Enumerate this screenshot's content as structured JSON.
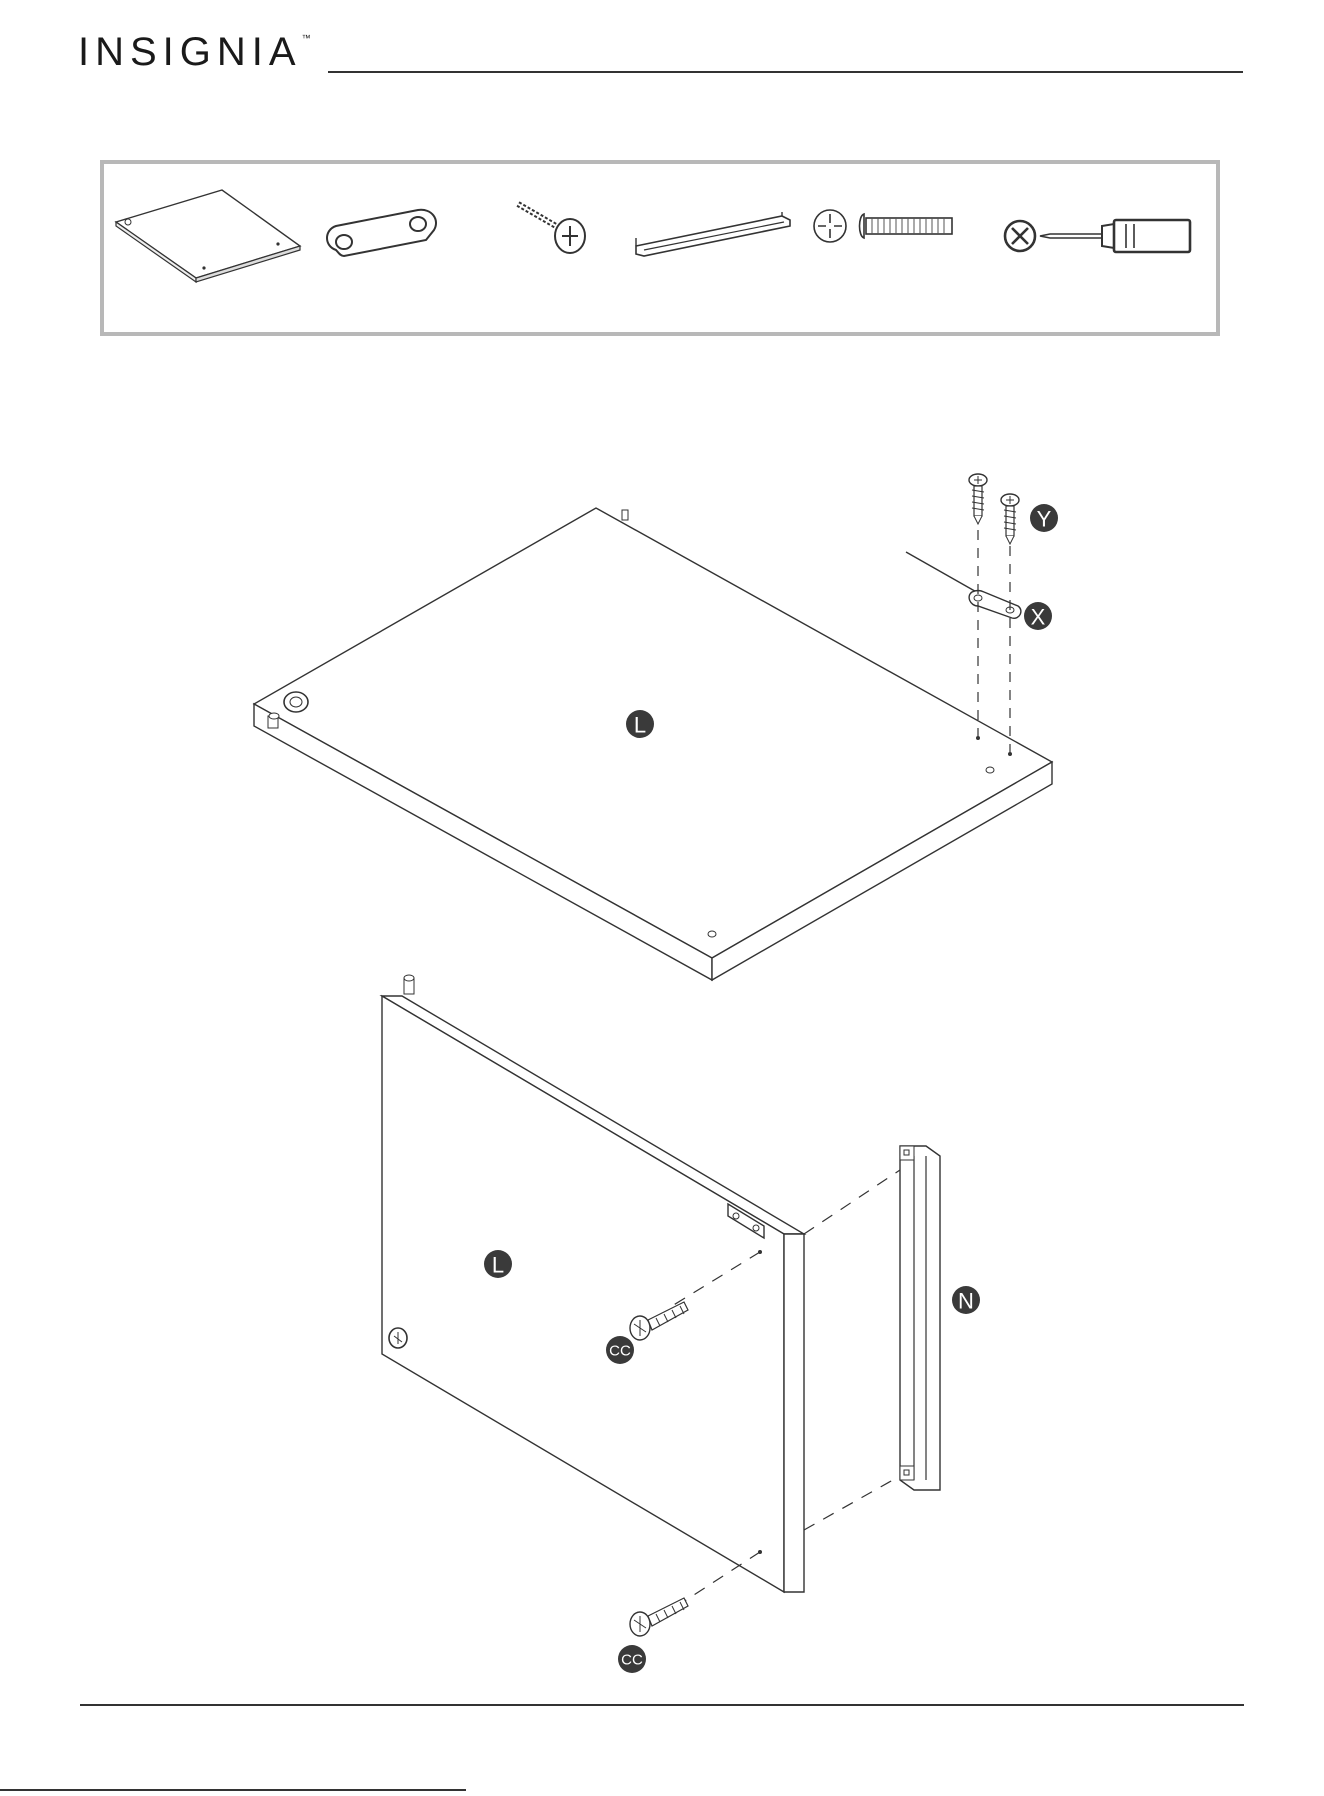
{
  "header": {
    "brand": "INSIGNIA",
    "trademark": "™"
  },
  "parts_strip": {
    "items": [
      {
        "name": "panel",
        "icon": "panel-icon"
      },
      {
        "name": "bracket",
        "icon": "connector-plate-icon"
      },
      {
        "name": "wood-screw",
        "icon": "wood-screw-icon"
      },
      {
        "name": "handle",
        "icon": "handle-icon"
      },
      {
        "name": "machine-screw",
        "icon": "machine-screw-icon"
      },
      {
        "name": "screwdriver",
        "icon": "phillips-screwdriver-icon"
      }
    ]
  },
  "labels": {
    "panel_top": "L",
    "screws_top": "Y",
    "plate_top": "X",
    "panel_front": "L",
    "handle": "N",
    "screw_upper": "CC",
    "screw_lower": "CC"
  }
}
